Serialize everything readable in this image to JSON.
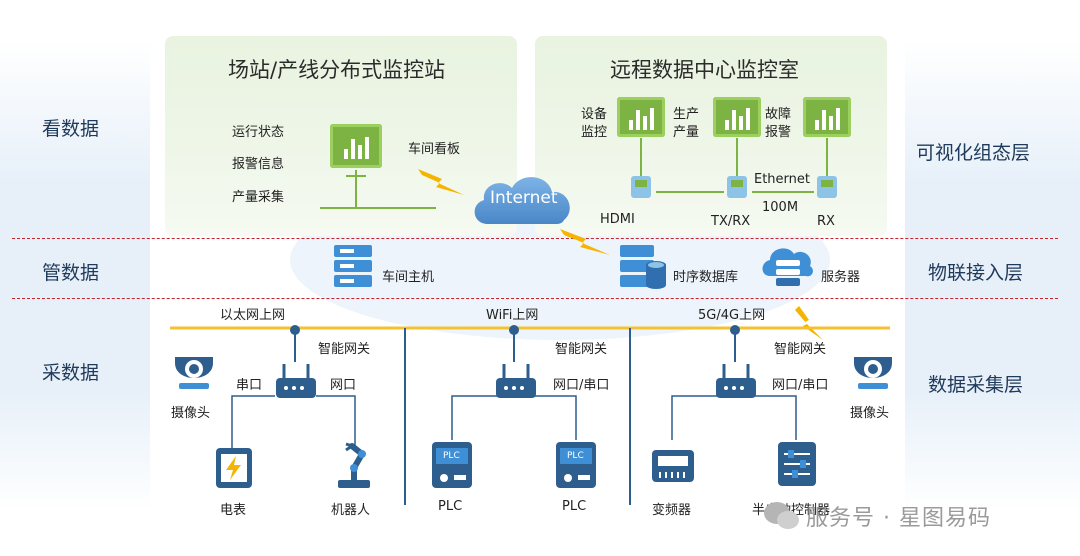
{
  "panels": {
    "station_title": "场站/产线分布式监控站",
    "remote_title": "远程数据中心监控室"
  },
  "layers": {
    "left": [
      "看数据",
      "管数据",
      "采数据"
    ],
    "right": [
      "可视化组态层",
      "物联接入层",
      "数据采集层"
    ]
  },
  "station": {
    "items": [
      "运行状态",
      "报警信息",
      "产量采集"
    ],
    "board": "车间看板"
  },
  "cloud": "Internet",
  "remote": {
    "screens": [
      {
        "label1": "设备",
        "label2": "监控"
      },
      {
        "label1": "生产",
        "label2": "产量"
      },
      {
        "label1": "故障",
        "label2": "报警"
      }
    ],
    "hdmi": "HDMI",
    "txrx": "TX/RX",
    "rx": "RX",
    "ethernet": "Ethernet",
    "speed": "100M"
  },
  "iot": {
    "host": "车间主机",
    "tsdb": "时序数据库",
    "server": "服务器"
  },
  "collect": {
    "net1": "以太网上网",
    "net2": "WiFi上网",
    "net3": "5G/4G上网",
    "gateway": "智能网关",
    "serial": "串口",
    "netport": "网口",
    "netserial": "网口/串口",
    "camera": "摄像头",
    "devices": [
      "电表",
      "机器人",
      "PLC",
      "PLC",
      "变频器",
      "半自动控制器"
    ],
    "plc_badge": "PLC"
  },
  "watermark": "服务号 · 星图易码",
  "colors": {
    "green": "#7cb342",
    "yellow_line": "#f2c230",
    "blue_line": "#2d5e8e",
    "bolt": "#f5b400",
    "dash": "#c0262e"
  }
}
